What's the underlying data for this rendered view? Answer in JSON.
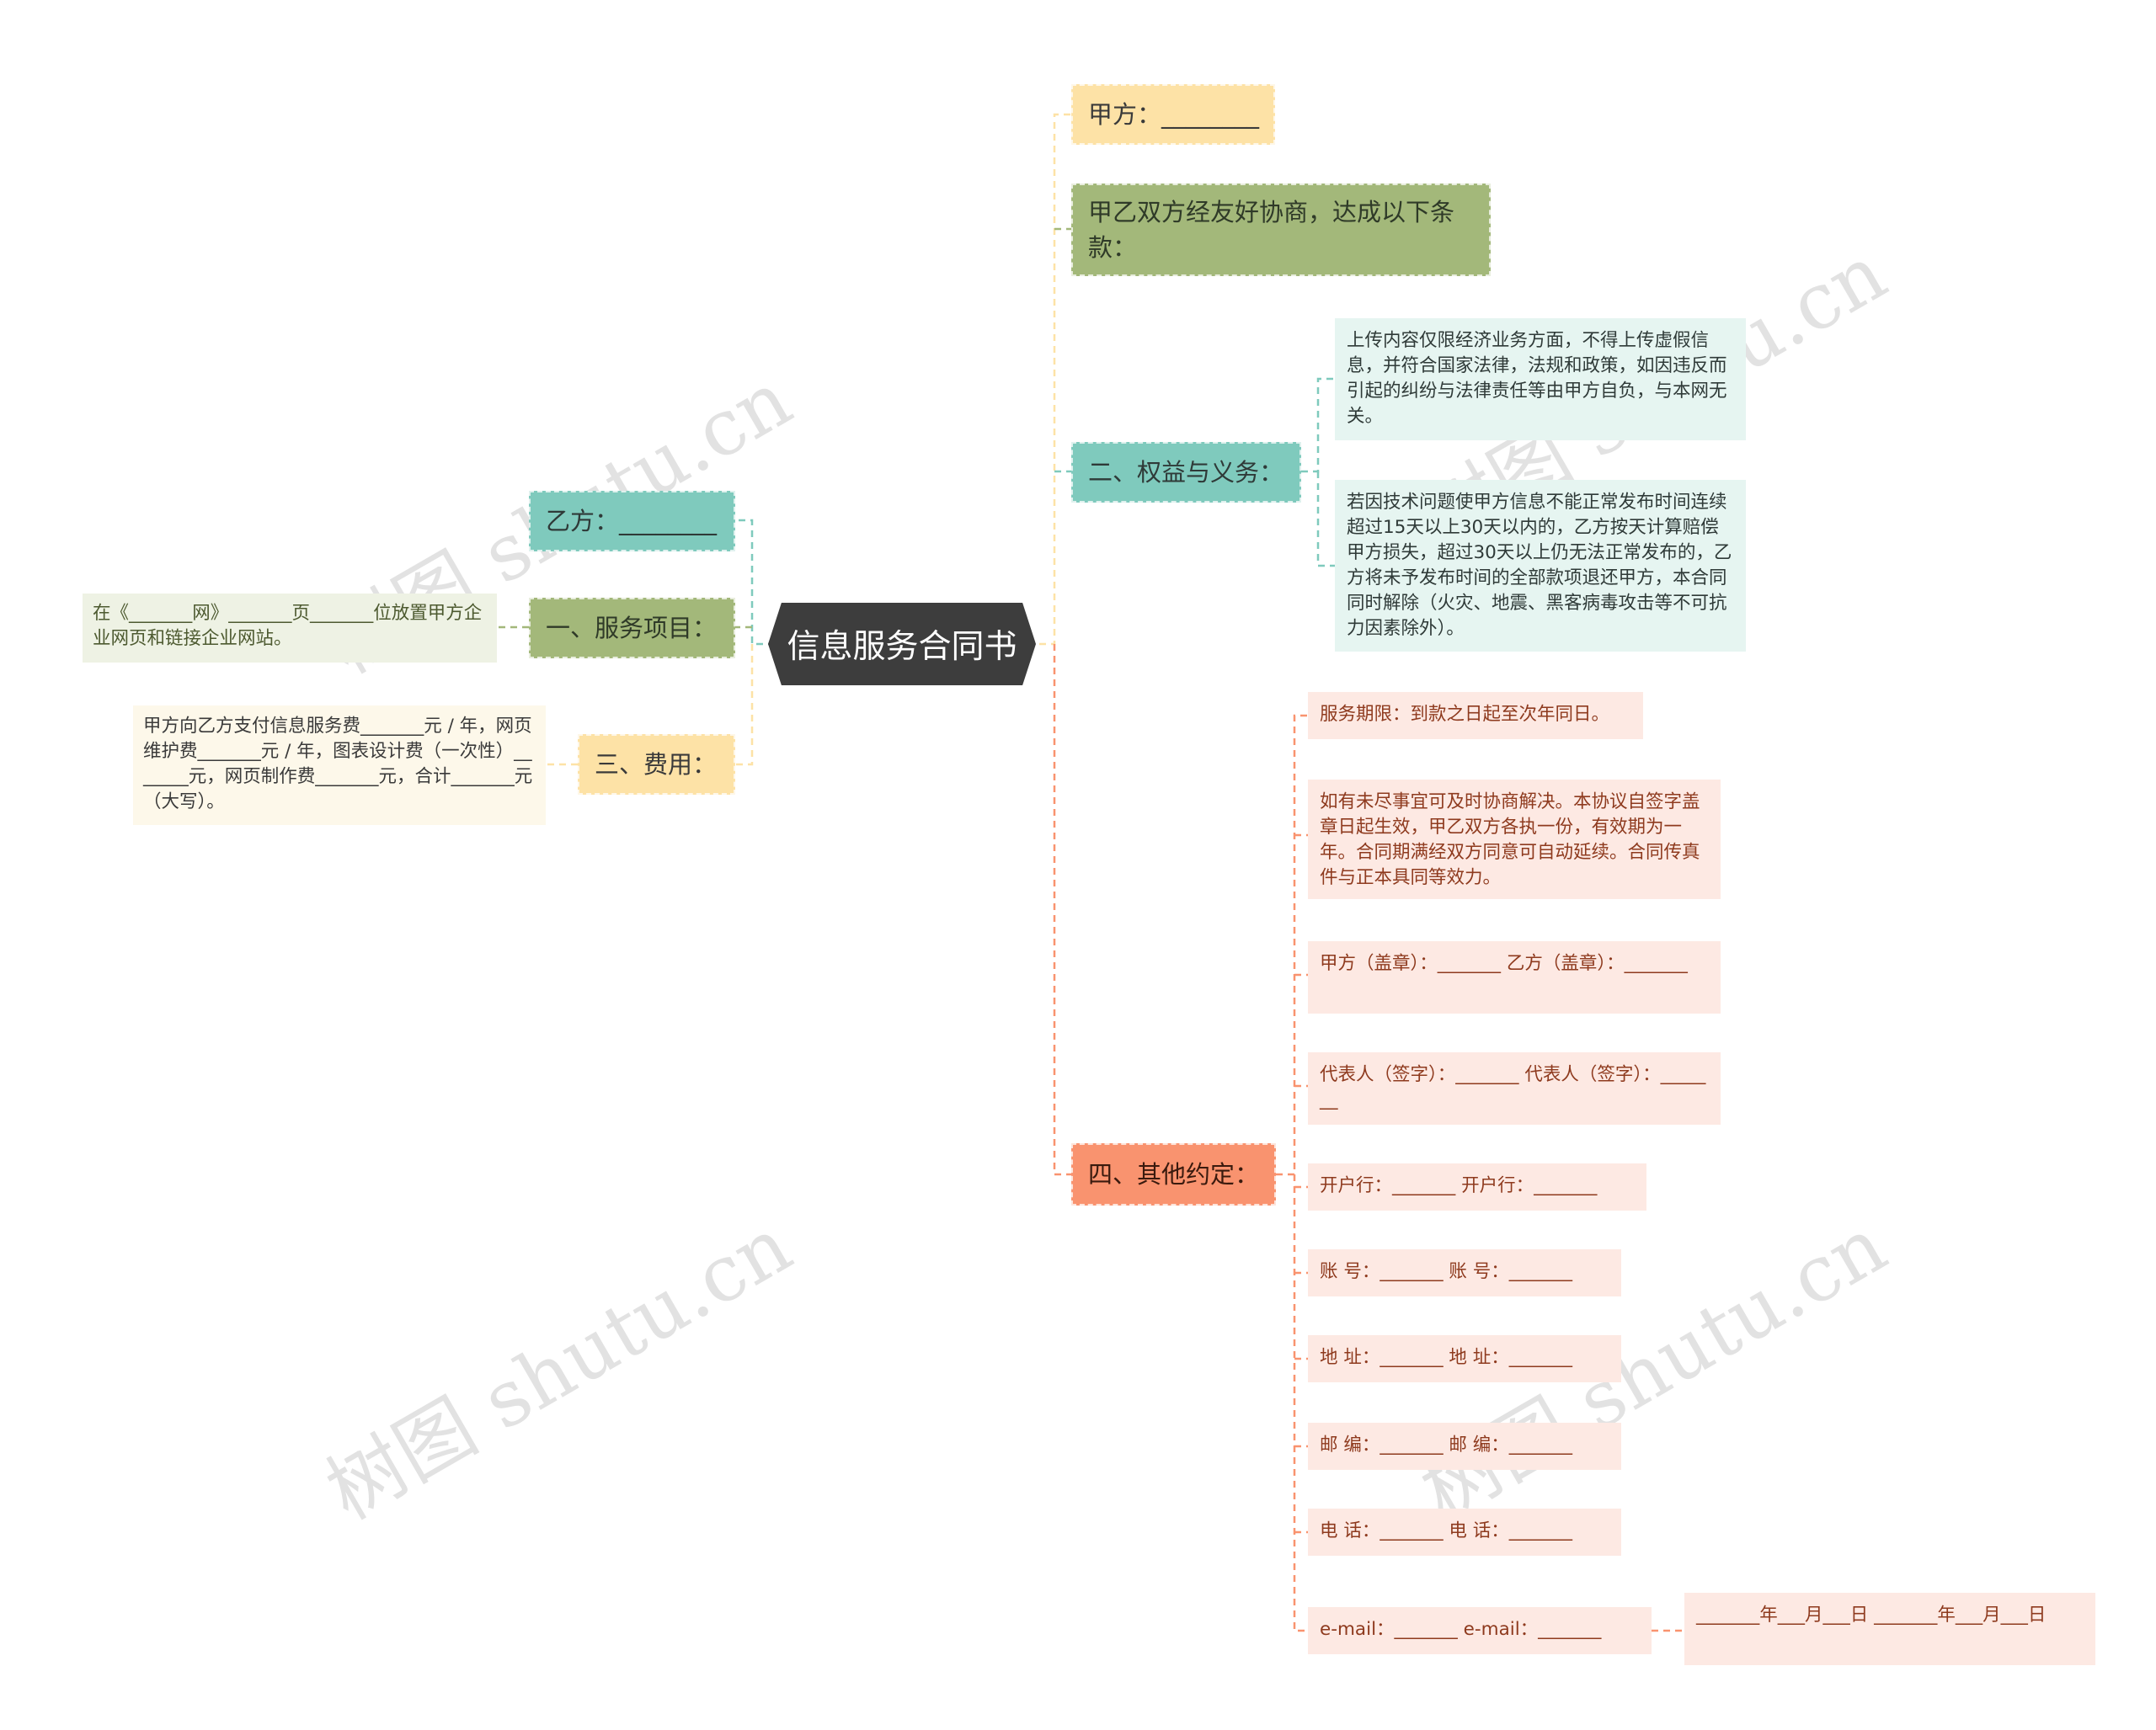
{
  "root": {
    "label": "信息服务合同书"
  },
  "left": {
    "party_b": {
      "label": "乙方：________"
    },
    "service": {
      "label": "一、服务项目：",
      "detail": "在《_______网》_______页_______位放置甲方企业网页和链接企业网站。"
    },
    "fee": {
      "label": "三、费用：",
      "detail": "甲方向乙方支付信息服务费_______元 / 年，网页维护费_______元 / 年，图表设计费（一次性）_______元，网页制作费_______元，合计_______元（大写）。"
    }
  },
  "right": {
    "party_a": {
      "label": "甲方：________"
    },
    "agreement": {
      "label": "甲乙双方经友好协商，达成以下条款："
    },
    "rights": {
      "label": "二、权益与义务：",
      "items": [
        "上传内容仅限经济业务方面，不得上传虚假信息，并符合国家法律，法规和政策，如因违反而引起的纠纷与法律责任等由甲方自负，与本网无关。",
        "若因技术问题使甲方信息不能正常发布时间连续超过15天以上30天以内的，乙方按天计算赔偿甲方损失，超过30天以上仍无法正常发布的，乙方将未予发布时间的全部款项退还甲方，本合同同时解除（火灾、地震、黑客病毒攻击等不可抗力因素除外）。"
      ]
    },
    "others": {
      "label": "四、其他约定：",
      "items": [
        "服务期限：到款之日起至次年同日。",
        "如有未尽事宜可及时协商解决。本协议自签字盖章日起生效，甲乙双方各执一份，有效期为一年。合同期满经双方同意可自动延续。合同传真件与正本具同等效力。",
        "甲方（盖章）：_______ 乙方（盖章）：_______",
        "代表人（签字）：_______ 代表人（签字）：_______",
        "开户行：_______ 开户行：_______",
        "账 号：_______ 账 号：_______",
        "地 址：_______ 地 址：_______",
        "邮 编：_______ 邮 编：_______",
        "电 话：_______ 电 话：_______",
        "e-mail：_______ e-mail：_______"
      ],
      "date": "_______年___月___日 _______年___月___日"
    }
  },
  "watermark": "树图 shutu.cn",
  "colors": {
    "root": "#3d3d3d",
    "teal": "#7fcabd",
    "teal_light": "#e6f5f1",
    "green": "#a3b87a",
    "green_light": "#eef2e4",
    "yellow": "#fde2a6",
    "yellow_light": "#fdf8ea",
    "orange": "#f9936f",
    "orange_light": "#fde9e3",
    "text_dark": "#3a3a3a",
    "text_orange": "#8e3a1e",
    "text_green": "#4d5a30"
  }
}
